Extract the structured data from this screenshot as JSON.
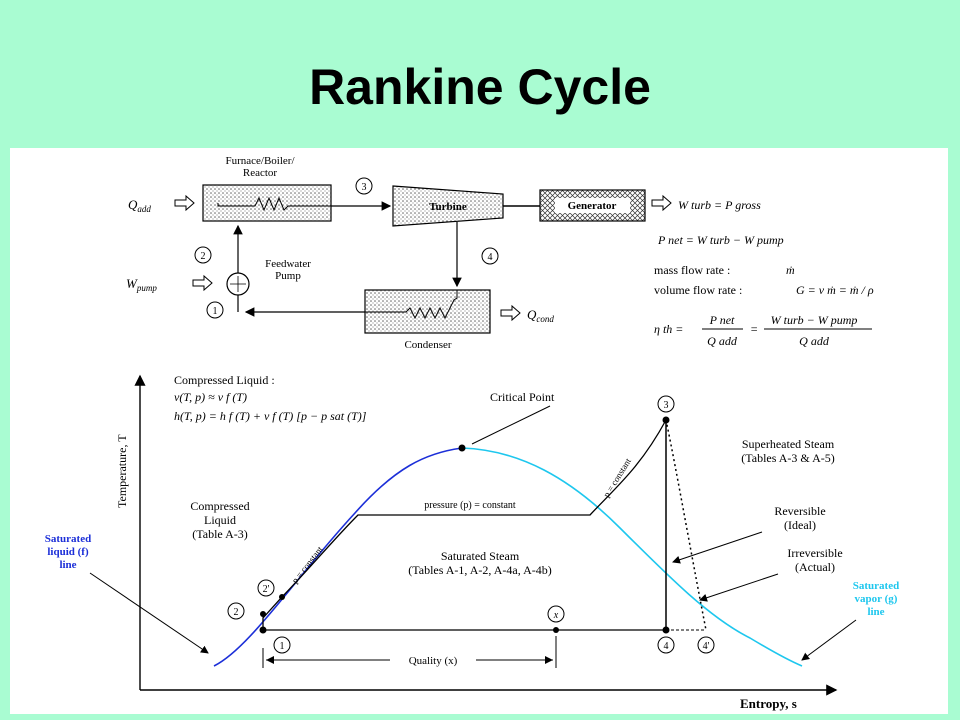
{
  "slide": {
    "title": "Rankine Cycle"
  },
  "colors": {
    "background": "#a9fcd2",
    "liquid_line": "#1c2fd8",
    "vapor_line": "#1ec7ee"
  },
  "schematic": {
    "boiler": [
      "Furnace/Boiler/",
      "Reactor"
    ],
    "turbine": "Turbine",
    "generator": "Generator",
    "condenser": "Condenser",
    "pump": [
      "Feedwater",
      "Pump"
    ],
    "q_add": "Q",
    "q_add_sub": "add",
    "q_cond": "Q",
    "q_cond_sub": "cond",
    "w_pump": "W",
    "w_pump_sub": "pump",
    "states": [
      "1",
      "2",
      "3",
      "4"
    ],
    "w_turb_eq": "W turb = P gross"
  },
  "equations": {
    "p_net": "P net = W turb − W pump",
    "mass_flow_label": "mass flow rate :",
    "mass_flow_symbol": "ṁ",
    "volume_flow_label": "volume flow rate :",
    "volume_flow_eq": "G = v ṁ = ṁ / ρ",
    "eta_lhs": "η th =",
    "eta_frac1_num": "P net",
    "eta_frac1_den": "Q add",
    "eta_eq": "=",
    "eta_frac2_num": "W turb − W pump",
    "eta_frac2_den": "Q add"
  },
  "ts_diagram": {
    "y_axis": "Temperature, T",
    "x_axis": "Entropy, s",
    "compressed_liquid_title": "Compressed Liquid :",
    "compressed_liquid_eq1": "v(T, p) ≈ v f (T)",
    "compressed_liquid_eq2": "h(T, p) = h f (T) + v f (T) [p − p sat (T)]",
    "critical_point": "Critical Point",
    "compressed_liquid_region": [
      "Compressed",
      "Liquid",
      "(Table A-3)"
    ],
    "pressure_constant": "pressure (p) = constant",
    "p_const_slanted": "p = constant",
    "saturated_steam": [
      "Saturated Steam",
      "(Tables A-1, A-2, A-4a, A-4b)"
    ],
    "superheated_steam": [
      "Superheated Steam",
      "(Tables A-3 & A-5)"
    ],
    "reversible": [
      "Reversible",
      "(Ideal)"
    ],
    "irreversible": [
      "Irreversible",
      "(Actual)"
    ],
    "sat_liquid_line": [
      "Saturated",
      "liquid (f)",
      "line"
    ],
    "sat_vapor_line": [
      "Saturated",
      "vapor (g)",
      "line"
    ],
    "quality": "Quality (x)",
    "points": [
      "1",
      "2",
      "2'",
      "3",
      "4",
      "4'",
      "x"
    ]
  }
}
